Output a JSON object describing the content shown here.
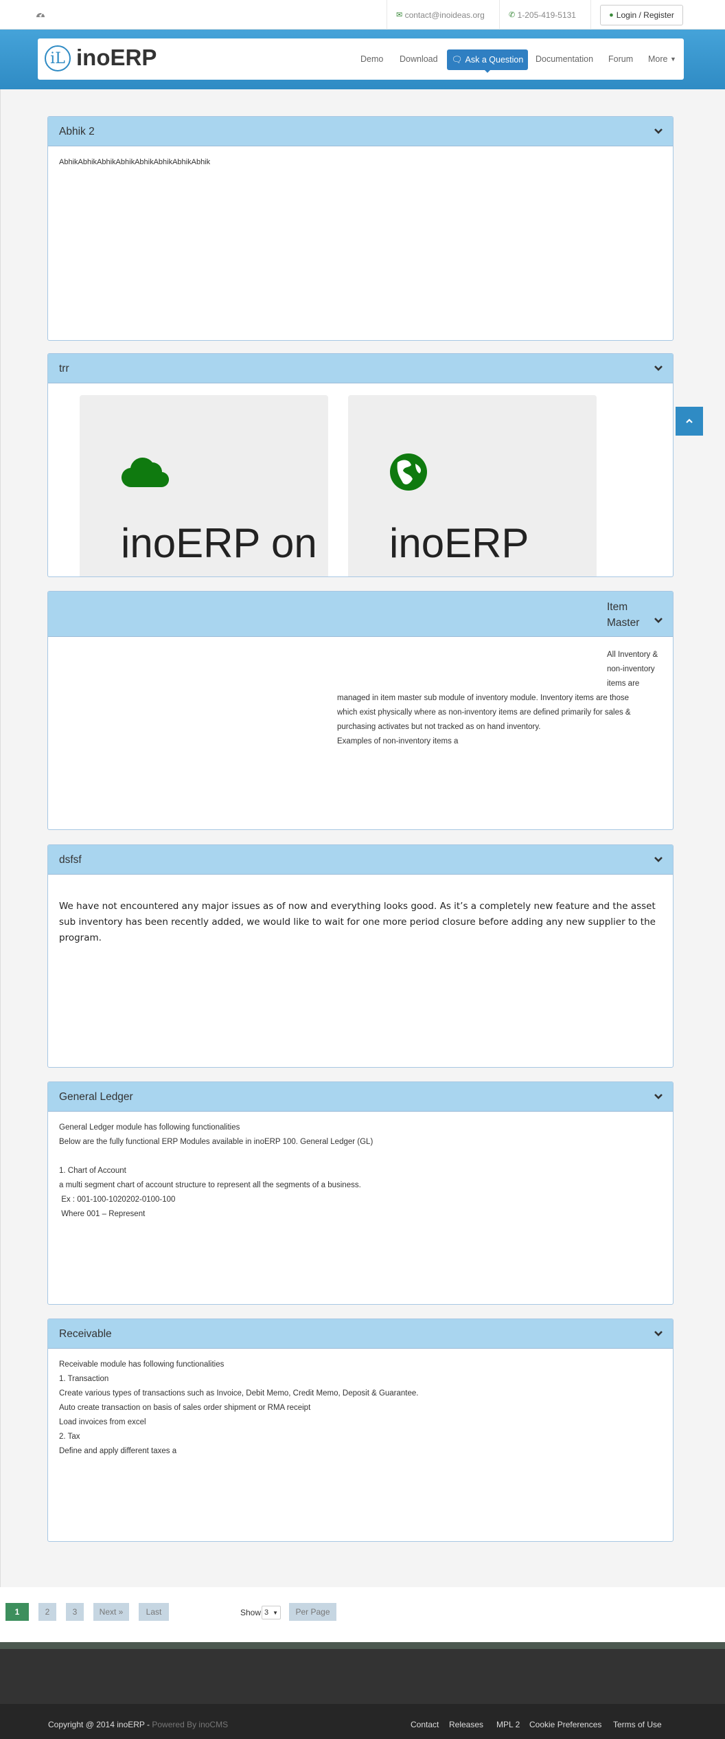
{
  "topbar": {
    "email": "contact@inoideas.org",
    "phone": "1-205-419-5131",
    "login": "Login / Register"
  },
  "header": {
    "logo": "inoERP",
    "logo_mark": "iL",
    "nav": [
      "Demo",
      "Download",
      "Ask a Question",
      "Documentation",
      "Forum",
      "More"
    ]
  },
  "panels": [
    {
      "title": "Abhik 2",
      "body": "AbhikAbhikAbhikAbhikAbhikAbhikAbhikAbhik"
    },
    {
      "title": "trr",
      "cards": [
        {
          "icon": "cloud-icon",
          "text": "inoERP on"
        },
        {
          "icon": "globe-icon",
          "text": "inoERP Demo"
        }
      ]
    },
    {
      "title": "Item Master",
      "body_top": "All Inventory & non-inventory items are",
      "body_lines": [
        "managed in item master sub module of inventory module. Inventory items are those",
        "which exist physically where as non-inventory items are defined primarily for sales &",
        "purchasing activates but not tracked as on hand inventory.",
        "Examples of non-inventory items a"
      ]
    },
    {
      "title": "dsfsf",
      "body": "We have not encountered any major issues as of now and everything looks good. As it’s a completely new feature and the asset sub inventory has been recently added, we would like to wait for one more period closure before adding any new supplier to the program."
    },
    {
      "title": "General Ledger",
      "body_lines": [
        "General Ledger module has following functionalities",
        "Below are the fully functional ERP Modules available in inoERP 100. General Ledger (GL)",
        "",
        "1. Chart of Account",
        "a multi segment chart of account structure to represent all the segments of a business.",
        " Ex : 001-100-1020202-0100-100",
        " Where 001 – Represent"
      ]
    },
    {
      "title": "Receivable",
      "body_lines": [
        "Receivable module has following functionalities",
        "1. Transaction",
        "Create various types of transactions such as Invoice, Debit Memo, Credit Memo, Deposit & Guarantee.",
        "Auto create transaction on basis of sales order shipment or RMA receipt",
        "Load invoices from excel",
        "2. Tax",
        "Define and apply different taxes a"
      ]
    }
  ],
  "pagination": {
    "pages": [
      "1",
      "2",
      "3"
    ],
    "active": "1",
    "next": "Next »",
    "last": "Last",
    "show_label": "Show",
    "show_value": "3",
    "per_page": "Per Page"
  },
  "footer": {
    "copyright": "Copyright @ 2014 inoERP - ",
    "powered": "Powered By inoCMS",
    "links": [
      "Contact",
      "Releases",
      "MPL 2",
      "Cookie Preferences",
      "Terms of Use"
    ]
  },
  "colors": {
    "brand_blue": "#2f8bc4",
    "panel_header": "#a9d5ef",
    "active_page": "#3d8f5d",
    "icon_green": "#0f7a0f"
  }
}
